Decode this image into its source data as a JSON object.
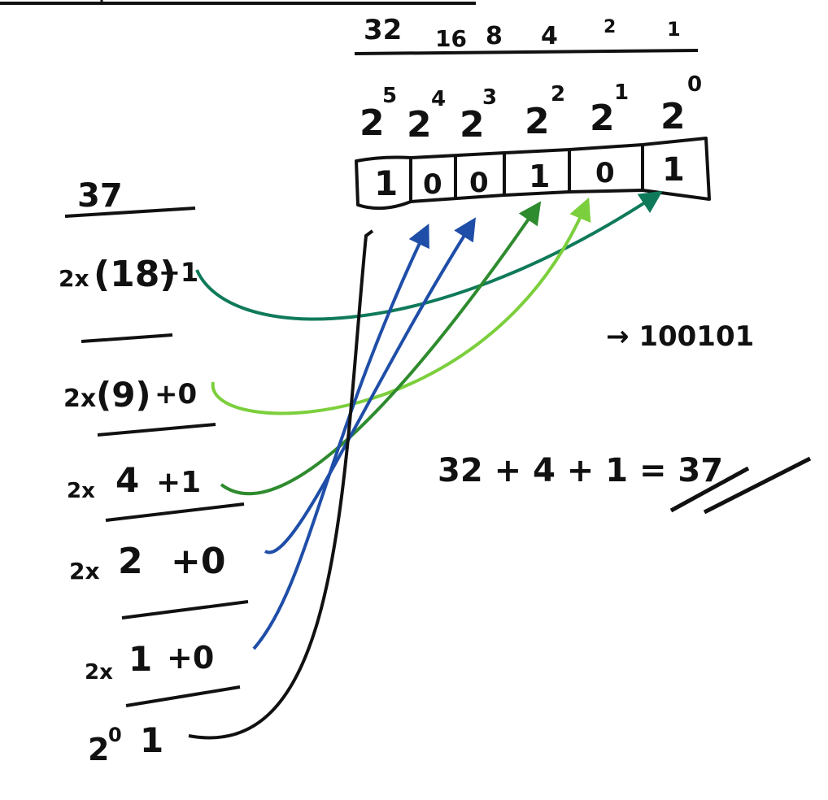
{
  "place_values": [
    "32",
    "16",
    "8",
    "4",
    "2",
    "1"
  ],
  "powers": [
    {
      "base": "2",
      "exp": "5"
    },
    {
      "base": "2",
      "exp": "4"
    },
    {
      "base": "2",
      "exp": "3"
    },
    {
      "base": "2",
      "exp": "2"
    },
    {
      "base": "2",
      "exp": "1"
    },
    {
      "base": "2",
      "exp": "0"
    }
  ],
  "bits": [
    {
      "digit": "1",
      "color": "#111111"
    },
    {
      "digit": "0",
      "color": "#1f4ea8"
    },
    {
      "digit": "0",
      "color": "#1f4ea8"
    },
    {
      "digit": "1",
      "color": "#2e8b2e"
    },
    {
      "digit": "0",
      "color": "#7ccf3c"
    },
    {
      "digit": "1",
      "color": "#0f7a5a"
    }
  ],
  "start_number": "37",
  "steps": [
    {
      "prefix": "2x",
      "quotient": "(18)",
      "remainder": "+1"
    },
    {
      "prefix": "2x",
      "quotient": "(9)",
      "remainder": "+0"
    },
    {
      "prefix": "2x",
      "quotient": "4",
      "remainder": "+1"
    },
    {
      "prefix": "2x",
      "quotient": "2",
      "remainder": "+0"
    },
    {
      "prefix": "2x",
      "quotient": "1",
      "remainder": "+0"
    }
  ],
  "final_step": {
    "base": "2",
    "exp": "0",
    "value": "1"
  },
  "result_binary": "→ 100101",
  "sum_equation": "32 + 4 + 1 = 37",
  "colors": {
    "ink": "#111111",
    "dark_green": "#0f7a5a",
    "light_green": "#7ccf3c",
    "mid_green": "#2e8b2e",
    "blue": "#1f4ea8"
  }
}
